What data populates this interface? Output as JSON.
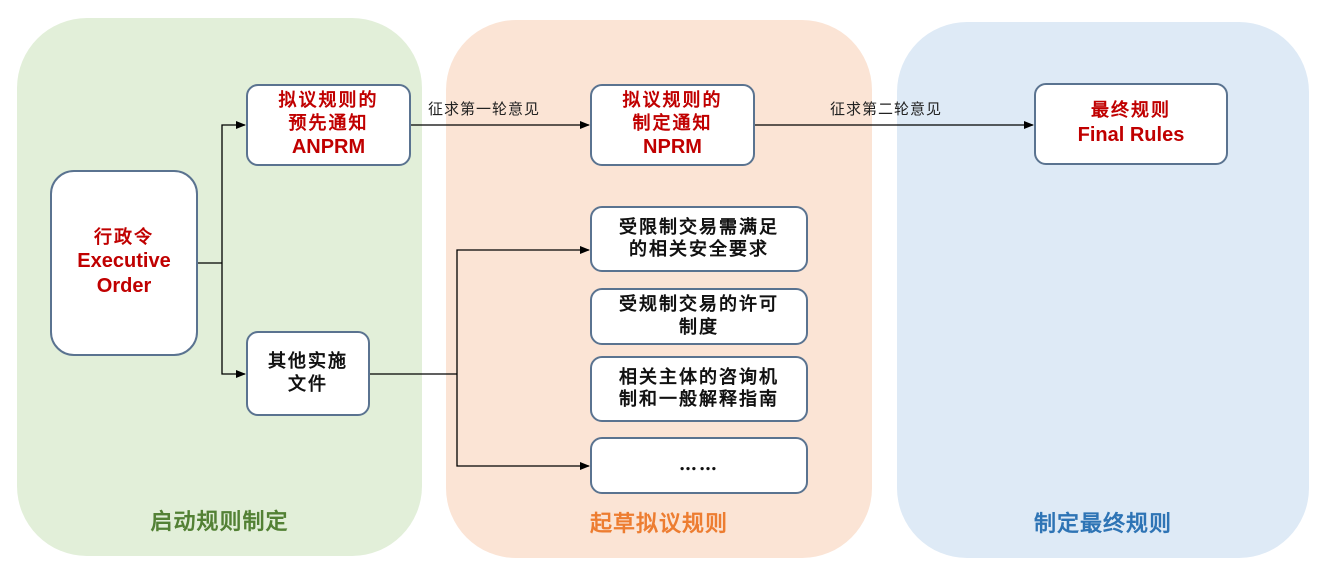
{
  "phases": {
    "initiate": {
      "title": "启动规则制定",
      "color": "#538135",
      "fill": "#e2efd9"
    },
    "draft": {
      "title": "起草拟议规则",
      "color": "#ed7d31",
      "fill": "#fbe4d5"
    },
    "finalize": {
      "title": "制定最终规则",
      "color": "#2e74b5",
      "fill": "#deeaf6"
    }
  },
  "nodes": {
    "executive_order": {
      "cn": "行政令",
      "en_line1": "Executive",
      "en_line2": "Order"
    },
    "anprm": {
      "cn_line1": "拟议规则的",
      "cn_line2": "预先通知",
      "en": "ANPRM"
    },
    "other_docs": {
      "line1": "其他实施",
      "line2": "文件"
    },
    "nprm": {
      "cn_line1": "拟议规则的",
      "cn_line2": "制定通知",
      "en": "NPRM"
    },
    "final_rules": {
      "cn": "最终规则",
      "en": "Final Rules"
    },
    "requirements": [
      {
        "line1": "受限制交易需满足",
        "line2": "的相关安全要求"
      },
      {
        "line1": "受规制交易的许可",
        "line2": "制度"
      },
      {
        "line1": "相关主体的咨询机",
        "line2": "制和一般解释指南"
      },
      {
        "line1": "……",
        "line2": ""
      }
    ]
  },
  "edges": {
    "round1": "征求第一轮意见",
    "round2": "征求第二轮意见"
  },
  "colors": {
    "highlight_text": "#c00000",
    "box_border": "#5a7390",
    "connector": "#000000"
  }
}
